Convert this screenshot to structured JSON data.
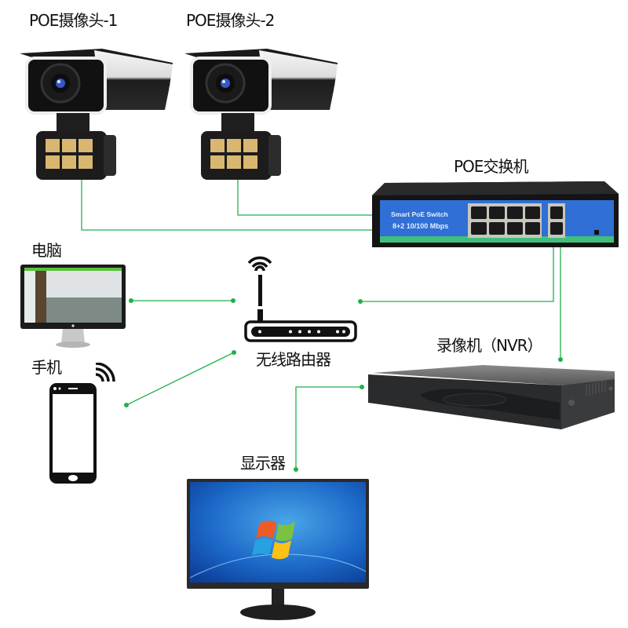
{
  "nodes": {
    "camera1": {
      "label": "POE摄像头-1"
    },
    "camera2": {
      "label": "POE摄像头-2"
    },
    "poe_switch": {
      "label": "POE交换机",
      "brand_line": "Smart PoE Switch",
      "spec_line": "8+2  10/100 Mbps",
      "poe_ports": 8,
      "uplink_ports": 2
    },
    "pc": {
      "label": "电脑"
    },
    "phone": {
      "label": "手机"
    },
    "router": {
      "label": "无线路由器"
    },
    "nvr": {
      "label": "录像机（NVR）"
    },
    "monitor": {
      "label": "显示器"
    }
  },
  "connections": [
    {
      "from": "camera1",
      "to": "poe_switch"
    },
    {
      "from": "camera2",
      "to": "poe_switch"
    },
    {
      "from": "poe_switch",
      "to": "router"
    },
    {
      "from": "poe_switch",
      "to": "nvr"
    },
    {
      "from": "pc",
      "to": "router"
    },
    {
      "from": "phone",
      "to": "router"
    },
    {
      "from": "nvr",
      "to": "monitor"
    }
  ],
  "colors": {
    "wire": "#22b04a",
    "switch_face": "#2f6fd6",
    "switch_strip": "#3fc07a"
  }
}
